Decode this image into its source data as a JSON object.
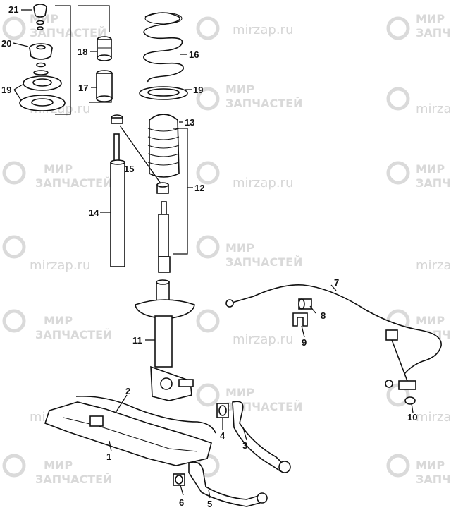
{
  "watermark": {
    "brand_line1": "МИР",
    "brand_line2": "ЗАПЧАСТЕЙ",
    "url": "mirzap.ru"
  },
  "callouts": {
    "c1": "1",
    "c2": "2",
    "c3": "3",
    "c4": "4",
    "c5": "5",
    "c6": "6",
    "c7": "7",
    "c8": "8",
    "c9": "9",
    "c10": "10",
    "c11": "11",
    "c12": "12",
    "c13": "13",
    "c14": "14",
    "c15": "15",
    "c16": "16",
    "c17": "17",
    "c18": "18",
    "c19a": "19",
    "c19b": "19",
    "c20": "20",
    "c21": "21"
  }
}
